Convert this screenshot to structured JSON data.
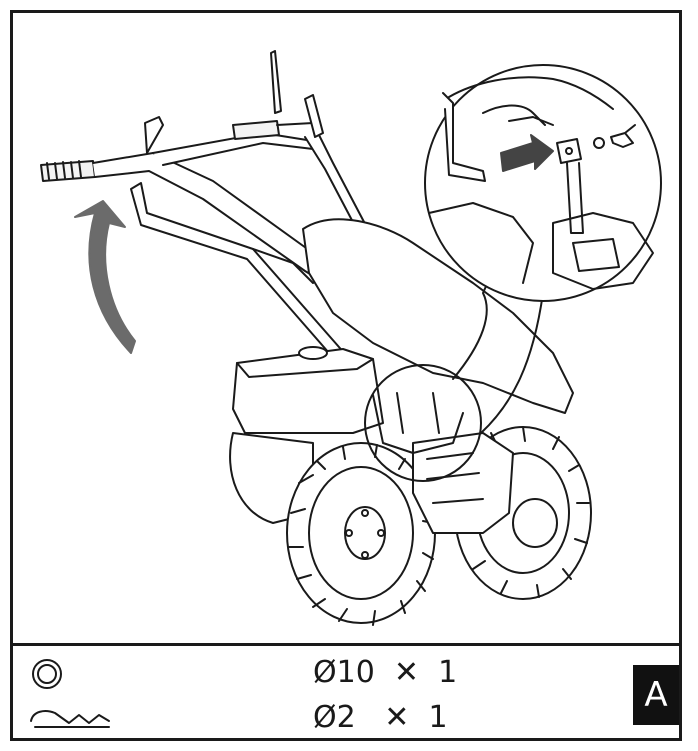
{
  "parts": [
    {
      "icon": "washer-icon",
      "spec": "Ø10  ✕  1"
    },
    {
      "icon": "hairpin-cotter-pin-icon",
      "spec": "Ø2   ✕  1"
    }
  ],
  "badge": {
    "label": "A"
  },
  "colors": {
    "arrow": "#6b6b6b",
    "ink": "#1a1a1a"
  }
}
